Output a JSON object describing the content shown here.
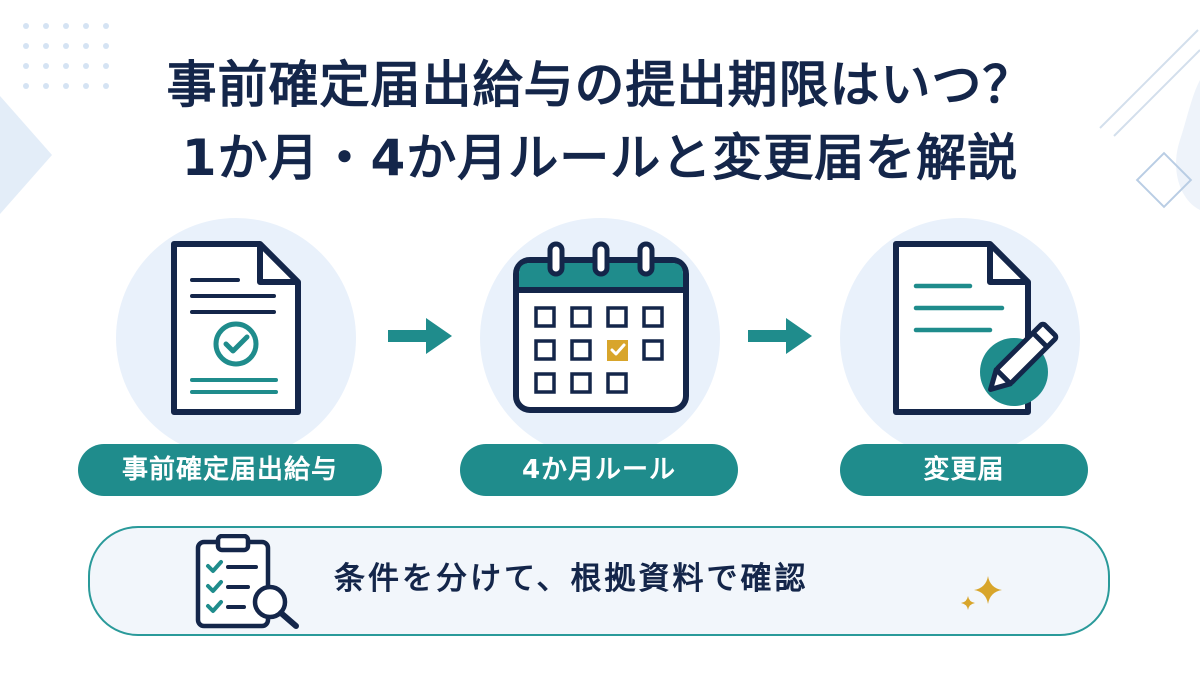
{
  "title": {
    "line1": "事前確定届出給与の提出期限はいつ？",
    "line2": "1か月・4か月ルールと変更届を解説"
  },
  "steps": [
    {
      "label": "事前確定届出給与",
      "icon": "document-check-icon"
    },
    {
      "label": "4か月ルール",
      "icon": "calendar-check-icon"
    },
    {
      "label": "変更届",
      "icon": "document-edit-icon"
    }
  ],
  "note": {
    "text": "条件を分けて、根拠資料で確認",
    "icon": "clipboard-search-icon"
  },
  "colors": {
    "navy": "#14264a",
    "teal": "#1f8c8c",
    "gold": "#d8a52b",
    "circle_bg": "#e9f1fb"
  }
}
